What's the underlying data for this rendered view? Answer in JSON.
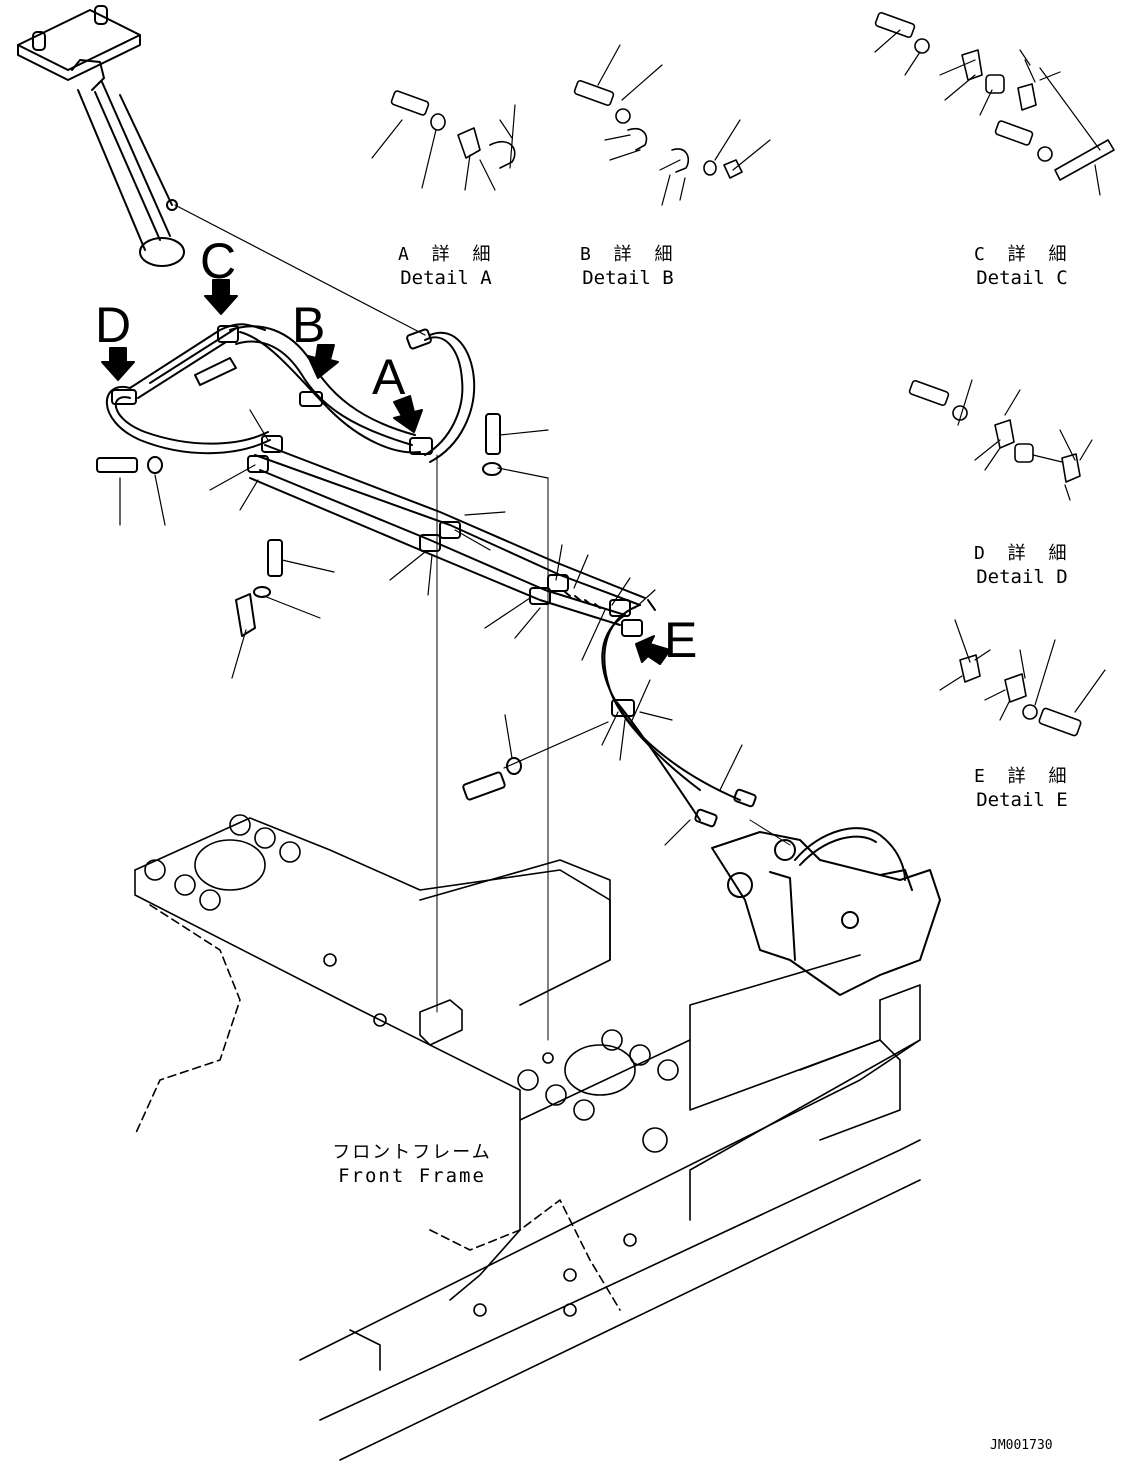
{
  "details": [
    {
      "id": "A",
      "jp": "A 詳 細",
      "en": "Detail A"
    },
    {
      "id": "B",
      "jp": "B 詳 細",
      "en": "Detail B"
    },
    {
      "id": "C",
      "jp": "C 詳 細",
      "en": "Detail C"
    },
    {
      "id": "D",
      "jp": "D 詳 細",
      "en": "Detail D"
    },
    {
      "id": "E",
      "jp": "E 詳 細",
      "en": "Detail E"
    }
  ],
  "arrow_letters": [
    "A",
    "B",
    "C",
    "D",
    "E"
  ],
  "frame_label": {
    "jp": "フロントフレーム",
    "en": "Front Frame"
  },
  "drawing_number": "JM001730",
  "colors": {
    "ink": "#000000",
    "paper": "#ffffff"
  }
}
